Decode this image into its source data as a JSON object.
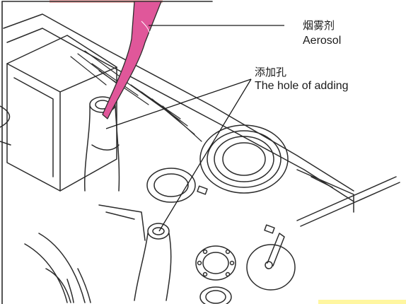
{
  "callouts": [
    {
      "id": "aerosol",
      "label_zh": "烟雾剂",
      "label_en": "Aerosol"
    },
    {
      "id": "adding-hole",
      "label_zh": "添加孔",
      "label_en": "The hole of adding"
    }
  ],
  "colors": {
    "line_art": "#2b2b2b",
    "aerosol_nozzle": "#e0579a",
    "top_red_text": "#d83b3b",
    "bottom_yellow": "#fff6a0",
    "background": "#ffffff"
  },
  "icons": [
    "aerosol-can-nozzle-icon",
    "engine-part-icon"
  ]
}
